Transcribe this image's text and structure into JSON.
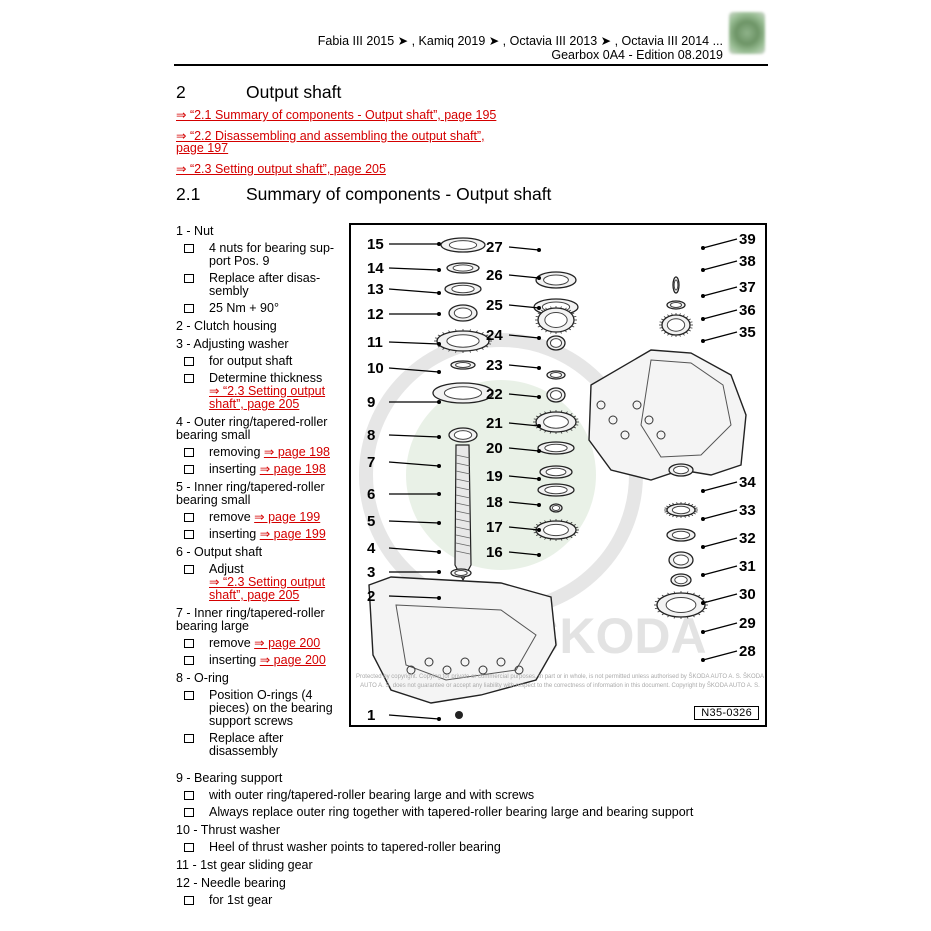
{
  "header": {
    "models": "Fabia III 2015 ➤ , Kamiq 2019 ➤ , Octavia III 2013 ➤ , Octavia III 2014 ...",
    "gearbox": "Gearbox 0A4 - Edition 08.2019"
  },
  "section": {
    "number": "2",
    "title": "Output shaft"
  },
  "toc": [
    "⇒ “2.1 Summary of components - Output shaft”, page 195",
    "⇒ “2.2 Disassembling and assembling the output shaft”,",
    "page 197",
    "⇒ “2.3 Setting output shaft”, page 205"
  ],
  "subsection": {
    "number": "2.1",
    "title": "Summary of components - Output shaft"
  },
  "items": [
    {
      "title": "1 - Nut",
      "subs": [
        {
          "text": "4 nuts for bearing sup-port Pos. 9"
        },
        {
          "text": "Replace after disas-sembly"
        },
        {
          "text": "25 Nm + 90°"
        }
      ]
    },
    {
      "title": "2 - Clutch housing",
      "subs": []
    },
    {
      "title": "3 - Adjusting washer",
      "subs": [
        {
          "text": "for output shaft"
        },
        {
          "text": "Determine thickness",
          "link": "⇒ “2.3 Setting output shaft”, page 205"
        }
      ]
    },
    {
      "title": "4 - Outer ring/tapered-roller bearing small",
      "subs": [
        {
          "text": "removing ",
          "link": "⇒ page 198"
        },
        {
          "text": "inserting ",
          "link": "⇒ page 198"
        }
      ]
    },
    {
      "title": "5 - Inner ring/tapered-roller bearing small",
      "subs": [
        {
          "text": "remove ",
          "link": "⇒ page 199"
        },
        {
          "text": "inserting ",
          "link": "⇒ page 199"
        }
      ]
    },
    {
      "title": "6 - Output shaft",
      "subs": [
        {
          "text": "Adjust",
          "link": "⇒ “2.3 Setting output shaft”, page 205"
        }
      ]
    },
    {
      "title": "7 - Inner ring/tapered-roller bearing large",
      "subs": [
        {
          "text": "remove ",
          "link": "⇒ page 200"
        },
        {
          "text": "inserting ",
          "link": "⇒ page 200"
        }
      ]
    },
    {
      "title": "8 - O-ring",
      "subs": [
        {
          "text": "Position O-rings (4 pieces) on the bearing support screws"
        },
        {
          "text": "Replace after disassembly"
        }
      ]
    }
  ],
  "full_items": [
    {
      "title": "9 - Bearing support",
      "subs": [
        "with outer ring/tapered-roller bearing large and with screws",
        "Always replace outer ring together with tapered-roller bearing large and bearing support"
      ]
    },
    {
      "title": "10 - Thrust washer",
      "subs": [
        "Heel of thrust washer points to tapered-roller bearing"
      ]
    },
    {
      "title": "11 - 1st gear sliding gear",
      "subs": []
    },
    {
      "title": "12 - Needle bearing",
      "subs": [
        "for 1st gear"
      ]
    }
  ],
  "figure": {
    "code": "N35-0326",
    "labels_left": [
      "15",
      "14",
      "13",
      "12",
      "11",
      "10",
      "9",
      "8",
      "7",
      "6",
      "5",
      "4",
      "3",
      "2",
      "1"
    ],
    "labels_mid": [
      "27",
      "26",
      "25",
      "24",
      "23",
      "22",
      "21",
      "20",
      "19",
      "18",
      "17",
      "16"
    ],
    "labels_right": [
      "39",
      "38",
      "37",
      "36",
      "35",
      "34",
      "33",
      "32",
      "31",
      "30",
      "29",
      "28"
    ],
    "watermark": "Protected by copyright. Copying for private or commercial purposes, in part or in whole, is not permitted unless authorised by ŠKODA AUTO A. S. ŠKODA AUTO A. S. does not guarantee or accept any liability with respect to the correctness of information in this document. Copyright by ŠKODA AUTO A. S.",
    "logo_text": "ŠKODA",
    "colors": {
      "logo_green": "#4a8a3c",
      "logo_grey": "#c8c8c8"
    }
  }
}
